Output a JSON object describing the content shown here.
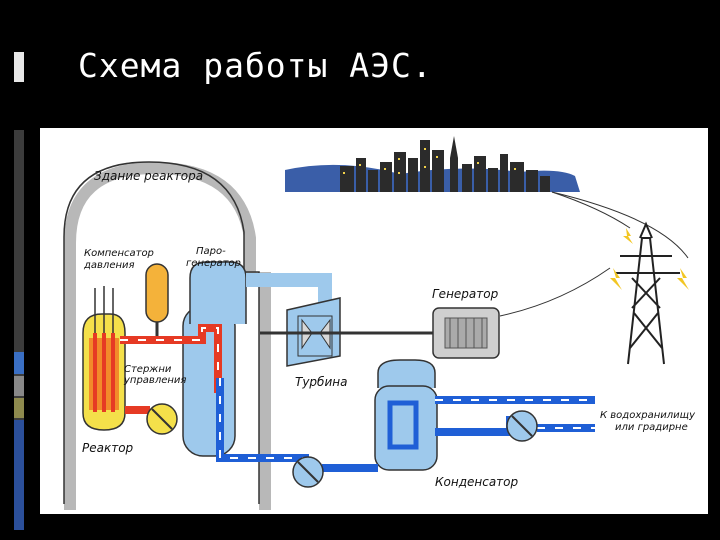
{
  "slide": {
    "title": "Схема работы АЭС."
  },
  "diagram": {
    "labels": {
      "reactor_building": "Здание реактора",
      "pressurizer_line1": "Компенсатор",
      "pressurizer_line2": "давления",
      "steam_gen_line1": "Паро-",
      "steam_gen_line2": "генератор",
      "control_rods_line1": "Стержни",
      "control_rods_line2": "управления",
      "reactor": "Реактор",
      "turbine": "Турбина",
      "generator": "Генератор",
      "condenser": "Конденсатор",
      "to_reservoir_line1": "К водохранилищу",
      "to_reservoir_line2": "или градирне"
    },
    "colors": {
      "primary_loop": "#e63a24",
      "secondary_loop": "#1f5fd6",
      "building": "#c9c9c9",
      "sky": "#3a5ea8"
    }
  }
}
